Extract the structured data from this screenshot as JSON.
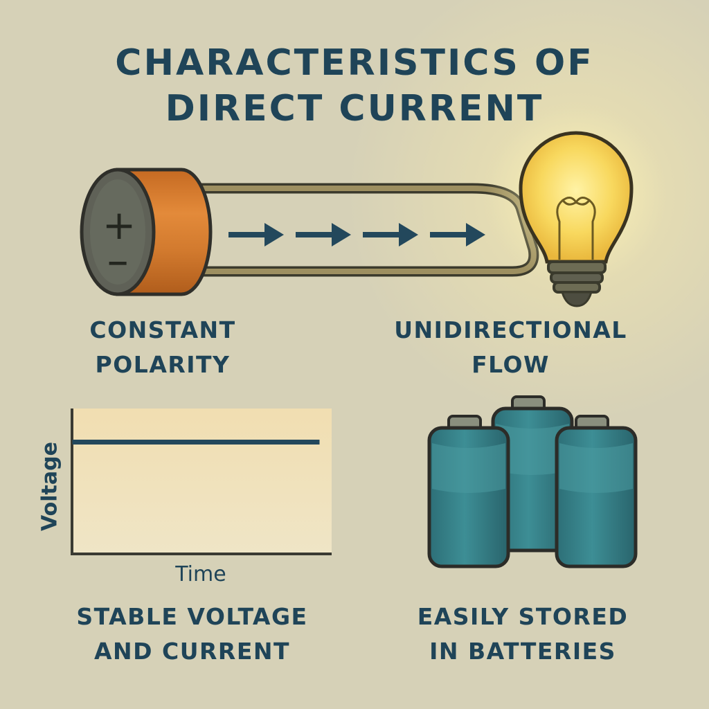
{
  "title": {
    "line1": "CHARACTERISTICS OF",
    "line2": "DIRECT CURRENT"
  },
  "captions": {
    "polarity": [
      "CONSTANT",
      "POLARITY"
    ],
    "flow": [
      "UNIDIRECTIONAL",
      "FLOW"
    ],
    "stable": [
      "STABLE VOLTAGE",
      "AND CURRENT"
    ],
    "stored": [
      "EASILY STORED",
      "IN BATTERIES"
    ]
  },
  "battery_symbols": {
    "plus": "+",
    "minus": "−"
  },
  "chart": {
    "xlabel": "Time",
    "ylabel": "Voltage"
  },
  "chart_data": {
    "type": "line",
    "title": "",
    "xlabel": "Time",
    "ylabel": "Voltage",
    "series": [
      {
        "values": [
          1,
          1
        ]
      }
    ],
    "x": [
      0,
      1
    ],
    "ylim": [
      0,
      1.3
    ],
    "grid": false
  },
  "colors": {
    "background": "#d6d1b7",
    "text": "#1f4458",
    "battery_orange": "#d27a2e",
    "battery_cap": "#5f6157",
    "bulb_glow": "#f6d65a",
    "cell_teal": "#2f7a82",
    "chart_bg": "#efe3bc"
  },
  "icons": [
    "battery-icon",
    "arrow-right-icon",
    "light-bulb-icon",
    "cylinder-battery-icon"
  ]
}
